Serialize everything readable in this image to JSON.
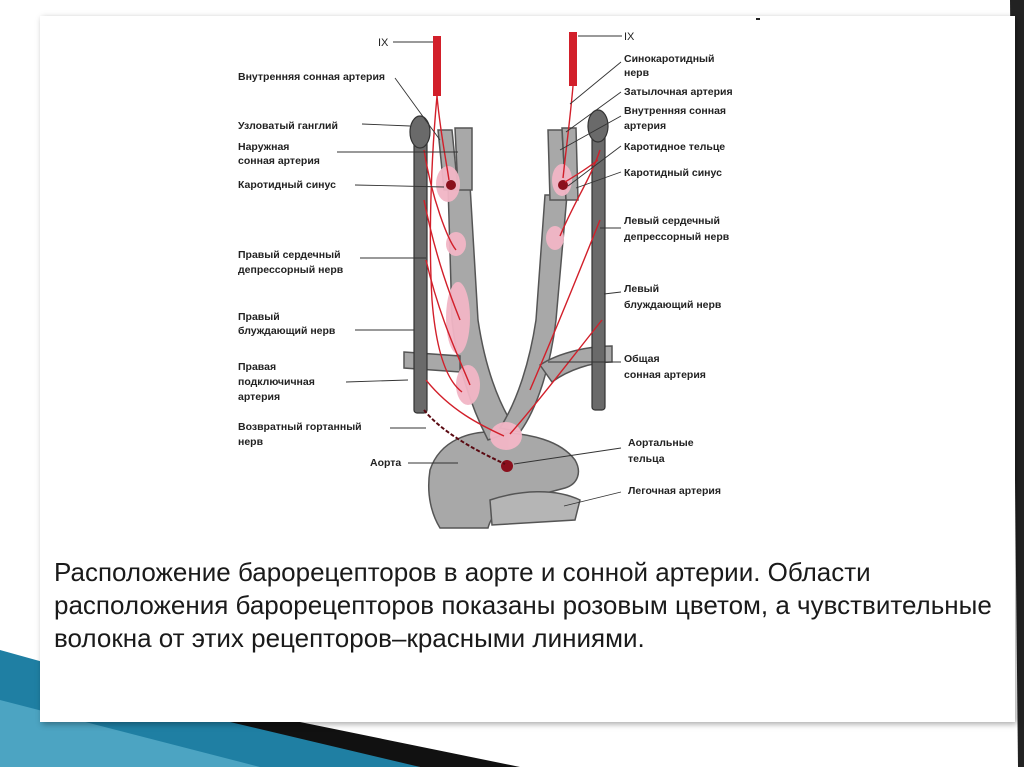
{
  "diagram": {
    "left_labels": {
      "ix": "IX",
      "internal_carotid": "Внутренняя сонная артерия",
      "nodose_ganglion": "Узловатый ганглий",
      "external_carotid_l1": "Наружная",
      "external_carotid_l2": "сонная артерия",
      "carotid_sinus": "Каротидный синус",
      "right_depressor_l1": "Правый сердечный",
      "right_depressor_l2": "депрессорный нерв",
      "right_vagus_l1": "Правый",
      "right_vagus_l2": "блуждающий нерв",
      "right_subclavian_l1": "Правая",
      "right_subclavian_l2": "подключичная",
      "right_subclavian_l3": "артерия",
      "recurrent_laryngeal_l1": "Возвратный гортанный",
      "recurrent_laryngeal_l2": "нерв",
      "aorta": "Аорта"
    },
    "right_labels": {
      "ix": "IX",
      "sinocarotid_l1": "Синокаротидный",
      "sinocarotid_l2": "нерв",
      "occipital": "Затылочная артерия",
      "internal_carotid_l1": "Внутренняя сонная",
      "internal_carotid_l2": "артерия",
      "carotid_body": "Каротидное тельце",
      "carotid_sinus": "Каротидный синус",
      "left_depressor_l1": "Левый сердечный",
      "left_depressor_l2": "депрессорный нерв",
      "left_vagus_l1": "Левый",
      "left_vagus_l2": "блуждающий нерв",
      "common_carotid_l1": "Общая",
      "common_carotid_l2": "сонная артерия",
      "aortic_bodies_l1": "Аортальные",
      "aortic_bodies_l2": "тельца",
      "pulmonary": "Легочная артерия"
    },
    "colors": {
      "artery": "#a8a8a8",
      "nerve_trunk": "#6a6a6a",
      "fiber": "#d21f2a",
      "baroreceptor": "#f2b6c6"
    }
  },
  "caption": "Расположение барорецепторов в аорте и сонной артерии. Области расположения барорецепторов показаны розовым цветом, а чувствительные волокна от этих рецепторов–красными линиями."
}
